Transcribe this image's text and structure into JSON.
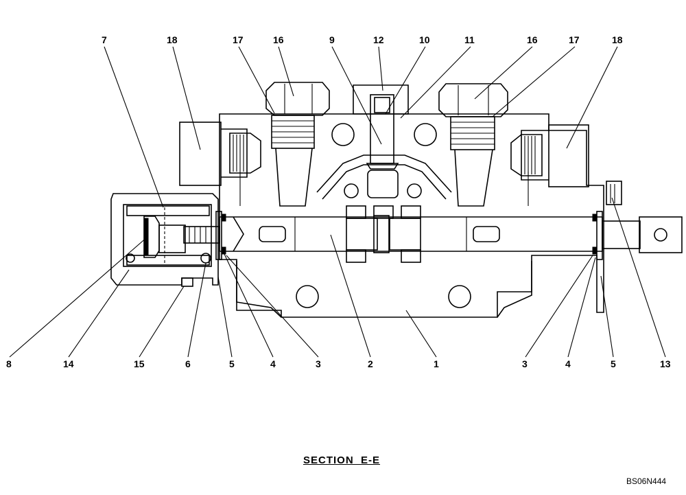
{
  "diagram": {
    "title": "SECTION  E-E",
    "drawing_code": "BS06N444",
    "callouts_top": [
      "7",
      "18",
      "17",
      "16",
      "9",
      "12",
      "10",
      "11",
      "16",
      "17",
      "18"
    ],
    "callouts_bottom": [
      "8",
      "14",
      "15",
      "6",
      "5",
      "4",
      "3",
      "2",
      "1",
      "3",
      "4",
      "5",
      "13"
    ]
  }
}
